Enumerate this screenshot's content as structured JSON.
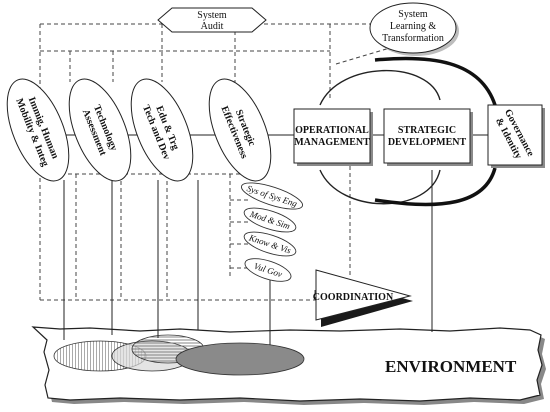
{
  "audit": {
    "line1": "System",
    "line2": "Audit"
  },
  "learning": {
    "line1": "System",
    "line2": "Learning &",
    "line3": "Transformation"
  },
  "ovals": [
    {
      "line1": "Immig, Human",
      "line2": "Mobility & Integ"
    },
    {
      "line1": "Technology",
      "line2": "Assessment"
    },
    {
      "line1": "Edu & Trg",
      "line2": "Tech and Dev"
    },
    {
      "line1": "Strategic",
      "line2": "Effectiveness"
    }
  ],
  "boxes": {
    "operational": {
      "line1": "OPERATIONAL",
      "line2": "MANAGEMENT"
    },
    "strategic": {
      "line1": "STRATEGIC",
      "line2": "DEVELOPMENT"
    },
    "governance": {
      "line1": "Governance",
      "line2": "& Identity"
    }
  },
  "tools": [
    "Sys of Sys Eng",
    "Mod & Sim",
    "Know & Vis",
    "Vul Gov"
  ],
  "coordination": "COORDINATION",
  "environment": "ENVIRONMENT"
}
